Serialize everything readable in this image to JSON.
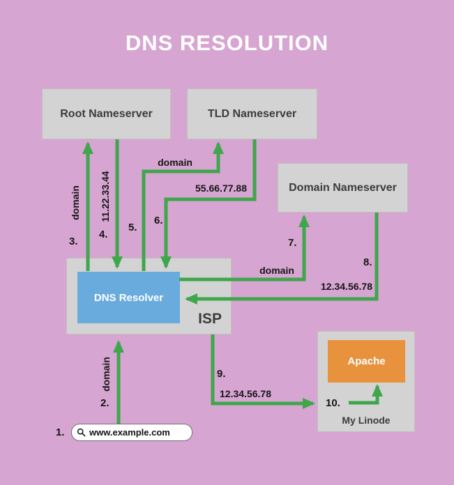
{
  "title": "DNS RESOLUTION",
  "colors": {
    "background": "#d7a5d2",
    "arrow_green": "#3fa64b",
    "resolver_blue": "#6aabde",
    "apache_orange": "#e8923d",
    "box_gray": "#d3d3d3"
  },
  "nodes": {
    "root_nameserver": "Root Nameserver",
    "tld_nameserver": "TLD Nameserver",
    "domain_nameserver": "Domain Nameserver",
    "dns_resolver": "DNS Resolver",
    "isp": "ISP",
    "apache": "Apache",
    "my_linode": "My Linode"
  },
  "steps": {
    "s1": "1.",
    "s2": "2.",
    "s3": "3.",
    "s4": "4.",
    "s5": "5.",
    "s6": "6.",
    "s7": "7.",
    "s8": "8.",
    "s9": "9.",
    "s10": "10."
  },
  "arrow_labels": {
    "domain_to_root": "domain",
    "ip_from_root": "11.22.33.44",
    "domain_to_tld": "domain",
    "ip_from_tld": "55.66.77.88",
    "domain_to_domainns": "domain",
    "ip_from_domainns": "12.34.56.78",
    "domain_from_client": "domain",
    "ip_to_linode": "12.34.56.78"
  },
  "search": {
    "value": "www.example.com"
  }
}
